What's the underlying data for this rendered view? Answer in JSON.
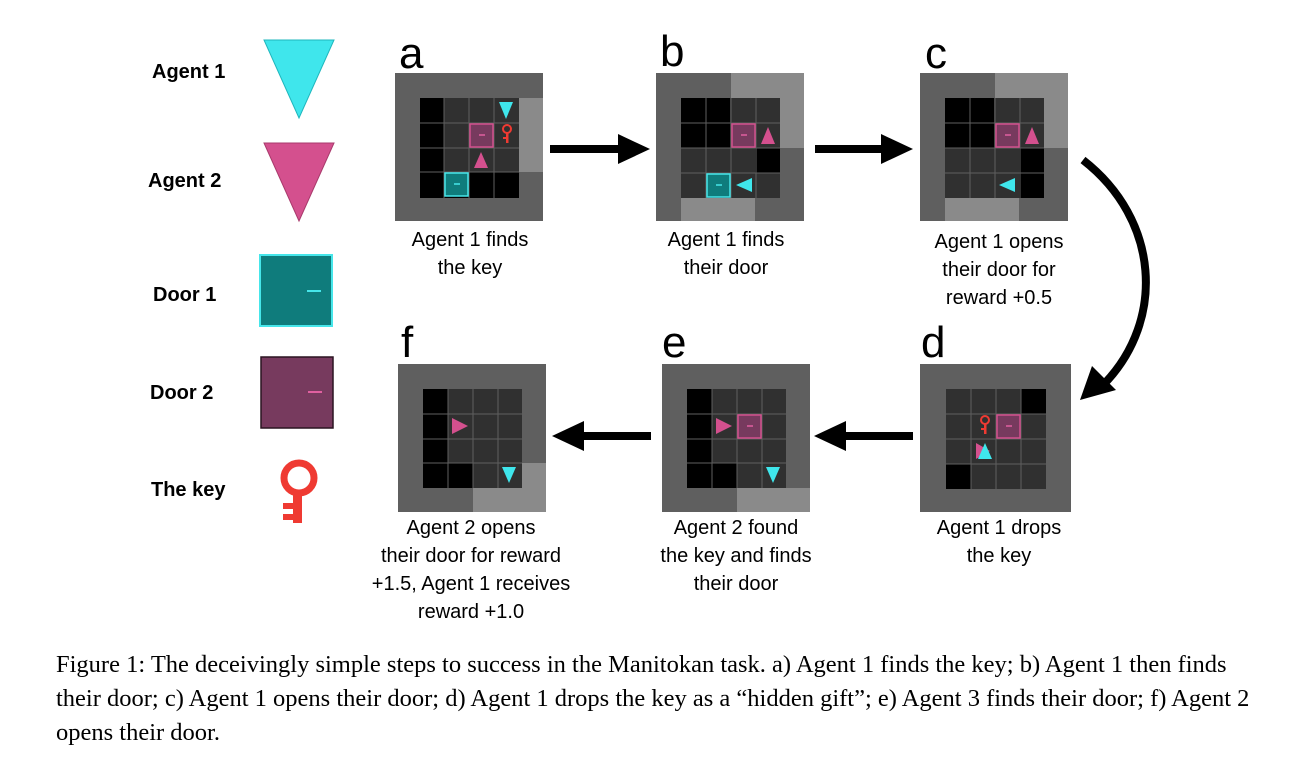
{
  "legend": [
    {
      "label": "Agent 1",
      "item": "agent-1"
    },
    {
      "label": "Agent 2",
      "item": "agent-2"
    },
    {
      "label": "Door 1",
      "item": "door-1"
    },
    {
      "label": "Door 2",
      "item": "door-2"
    },
    {
      "label": "The key",
      "item": "key"
    }
  ],
  "panels": {
    "a": {
      "letter": "a",
      "caption": "Agent 1 finds\nthe key"
    },
    "b": {
      "letter": "b",
      "caption": "Agent 1 finds\ntheir door"
    },
    "c": {
      "letter": "c",
      "caption": "Agent 1 opens\ntheir door for\nreward +0.5"
    },
    "d": {
      "letter": "d",
      "caption": "Agent 1 drops\nthe key"
    },
    "e": {
      "letter": "e",
      "caption": "Agent 2 found\nthe key and finds\ntheir door"
    },
    "f": {
      "letter": "f",
      "caption": "Agent 2 opens\ntheir door  for reward\n+1.5, Agent 1 receives\nreward +1.0"
    }
  },
  "colors": {
    "agent_1": "#3fe6ec",
    "agent_2": "#d4508e",
    "door_1": "#0f7c7c",
    "door_2": "#773a5e",
    "key": "#ef3a32",
    "panel_bg": "#5f5f5f",
    "cell_dark": "#303030",
    "cell_black": "#000000",
    "cell_light": "#8a8a8a"
  },
  "figure_caption": "Figure 1: The deceivingly simple steps to success in the Manitokan task. a) Agent 1 finds the key; b) Agent 1 then finds their door; c) Agent 1 opens their door; d) Agent 1 drops the key as a “hidden gift”; e) Agent 3 finds their door; f) Agent 2 opens their door."
}
